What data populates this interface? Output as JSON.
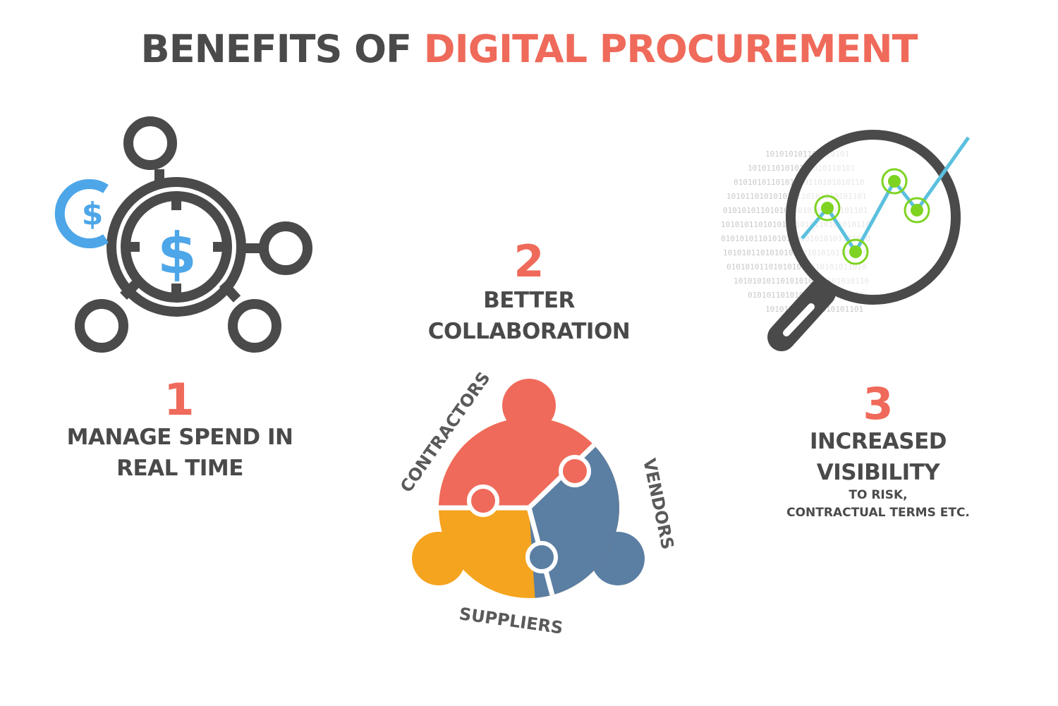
{
  "title": {
    "part1": "BENEFITS OF",
    "part2": "DIGITAL PROCUREMENT"
  },
  "colors": {
    "dark": "#4a4a4a",
    "accent": "#ef6a5a",
    "blue": "#4da6e8",
    "steel": "#5b7ea3",
    "orange": "#f5a41f",
    "green": "#7ed321",
    "line": "#5bc0de"
  },
  "benefits": [
    {
      "number": "1",
      "lines": [
        "MANAGE SPEND IN",
        "REAL TIME"
      ],
      "icon": "money-network-icon"
    },
    {
      "number": "2",
      "lines": [
        "BETTER",
        "COLLABORATION"
      ],
      "icon": "puzzle-team-icon",
      "segments": [
        "CONTRACTORS",
        "VENDORS",
        "SUPPLIERS"
      ]
    },
    {
      "number": "3",
      "lines": [
        "INCREASED",
        "VISIBILITY"
      ],
      "sub": [
        "TO RISK,",
        "CONTRACTUAL TERMS ETC."
      ],
      "icon": "magnifier-chart-icon"
    }
  ]
}
